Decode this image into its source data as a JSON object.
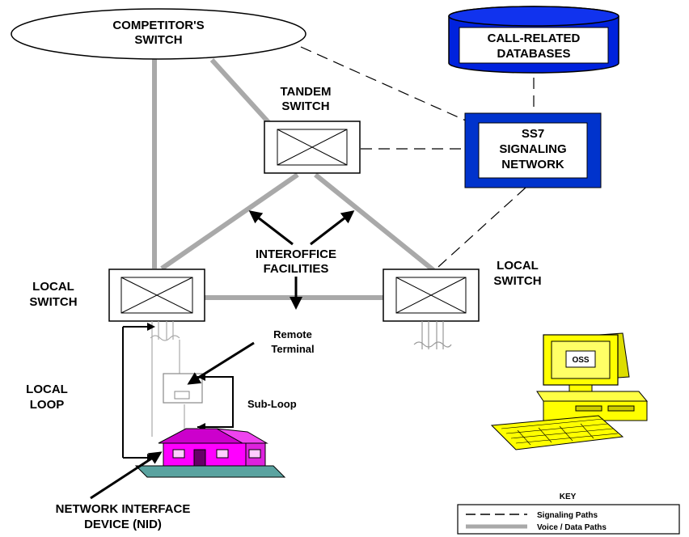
{
  "colors": {
    "voice_path": "#a9a9a9",
    "signaling_path": "#000000",
    "ss7_border": "#0033cc",
    "database_fill": "#0022dd",
    "house": "#ff00ff",
    "computer": "#ffff00",
    "ground": "#5aa3a0"
  },
  "labels": {
    "competitor_switch": [
      "COMPETITOR'S",
      "SWITCH"
    ],
    "call_related_databases": [
      "CALL-RELATED",
      "DATABASES"
    ],
    "tandem_switch": [
      "TANDEM",
      "SWITCH"
    ],
    "ss7_network": [
      "SS7",
      "SIGNALING",
      "NETWORK"
    ],
    "interoffice_facilities": [
      "INTEROFFICE",
      "FACILITIES"
    ],
    "local_switch_left": [
      "LOCAL",
      "SWITCH"
    ],
    "local_switch_right": [
      "LOCAL",
      "SWITCH"
    ],
    "remote_terminal": [
      "Remote",
      "Terminal"
    ],
    "sub_loop": "Sub-Loop",
    "local_loop": [
      "LOCAL",
      "LOOP"
    ],
    "nid": [
      "NETWORK INTERFACE",
      "DEVICE (NID)"
    ],
    "oss": "OSS"
  },
  "key": {
    "title": "KEY",
    "signaling": "Signaling Paths",
    "voice_data": "Voice / Data Paths"
  }
}
